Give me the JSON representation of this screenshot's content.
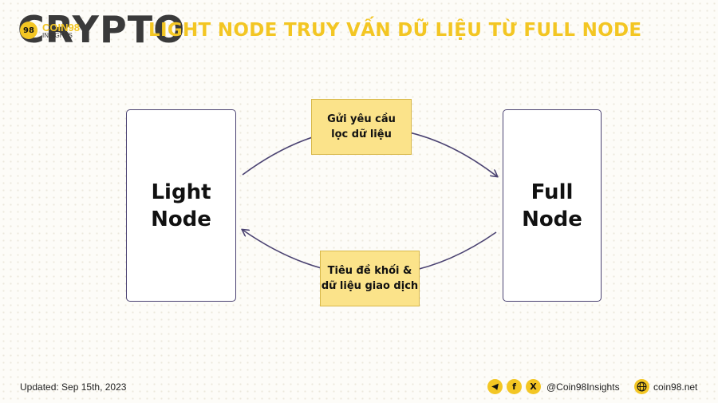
{
  "header": {
    "watermark": "CRYPTO",
    "logo_mark": "98",
    "logo_name": "COIN98",
    "logo_sub": "INSIGHTS",
    "title": "LIGHT NODE TRUY VẤN DỮ LIỆU TỪ FULL NODE"
  },
  "diagram": {
    "light_node": [
      "Light",
      "Node"
    ],
    "full_node": [
      "Full",
      "Node"
    ],
    "request_label": [
      "Gửi yêu cầu",
      "lọc dữ liệu"
    ],
    "response_label": [
      "Tiêu đề khối &",
      "dữ liệu giao dịch"
    ]
  },
  "footer": {
    "updated": "Updated: Sep 15th, 2023",
    "social_icons": [
      "telegram-icon",
      "facebook-icon",
      "x-icon"
    ],
    "handle": "@Coin98Insights",
    "website": "coin98.net"
  },
  "colors": {
    "accent": "#f3c623",
    "node_border": "#4b4372",
    "label_bg": "#fbe38a"
  }
}
